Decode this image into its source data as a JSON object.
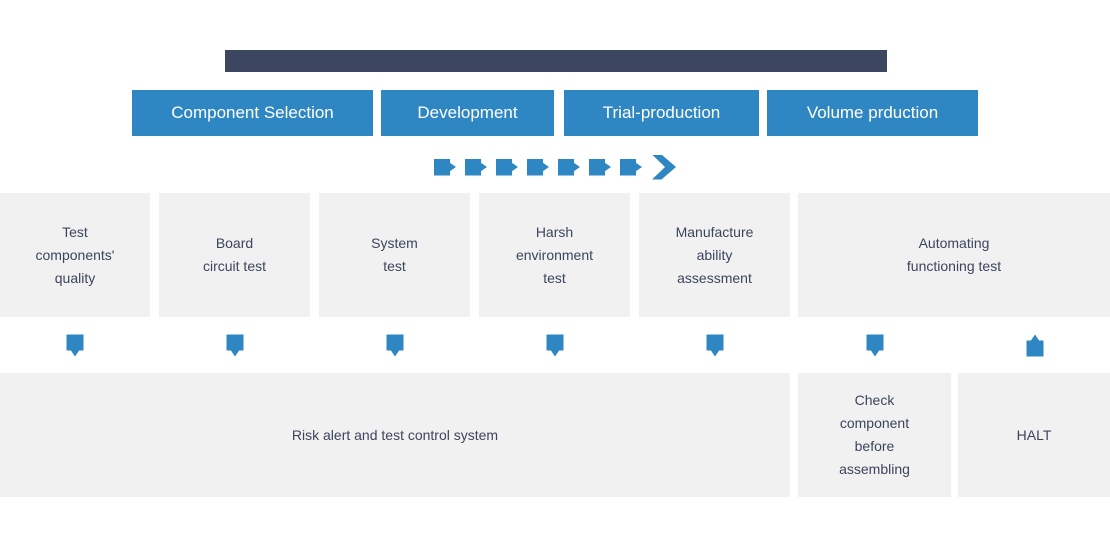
{
  "colors": {
    "accent_blue": "#2e87c3",
    "timeline_bar": "#3d4660",
    "box_background": "#f1f1f2",
    "box_text": "#3b455c"
  },
  "phases": [
    {
      "label": "Component Selection"
    },
    {
      "label": "Development"
    },
    {
      "label": "Trial-production"
    },
    {
      "label": "Volume prduction"
    }
  ],
  "flow_icons": {
    "square_arrow": "square-arrow-right",
    "square_arrow_count": 7,
    "chevron": "chevron-right"
  },
  "test_boxes": [
    {
      "label": "Test\ncomponents'\nquality"
    },
    {
      "label": "Board\ncircuit test"
    },
    {
      "label": "System\ntest"
    },
    {
      "label": "Harsh\nenvironment\ntest"
    },
    {
      "label": "Manufacture\nability\nassessment"
    },
    {
      "label": "Automating\nfunctioning test"
    }
  ],
  "connector_icons": {
    "down_arrow": "square-arrow-down",
    "down_arrow_count": 6,
    "up_arrow": "square-arrow-up",
    "up_arrow_count": 1
  },
  "bottom_boxes": [
    {
      "label": "Risk alert and test control system"
    },
    {
      "label": "Check\ncomponent\nbefore\nassembling"
    },
    {
      "label": "HALT"
    }
  ]
}
